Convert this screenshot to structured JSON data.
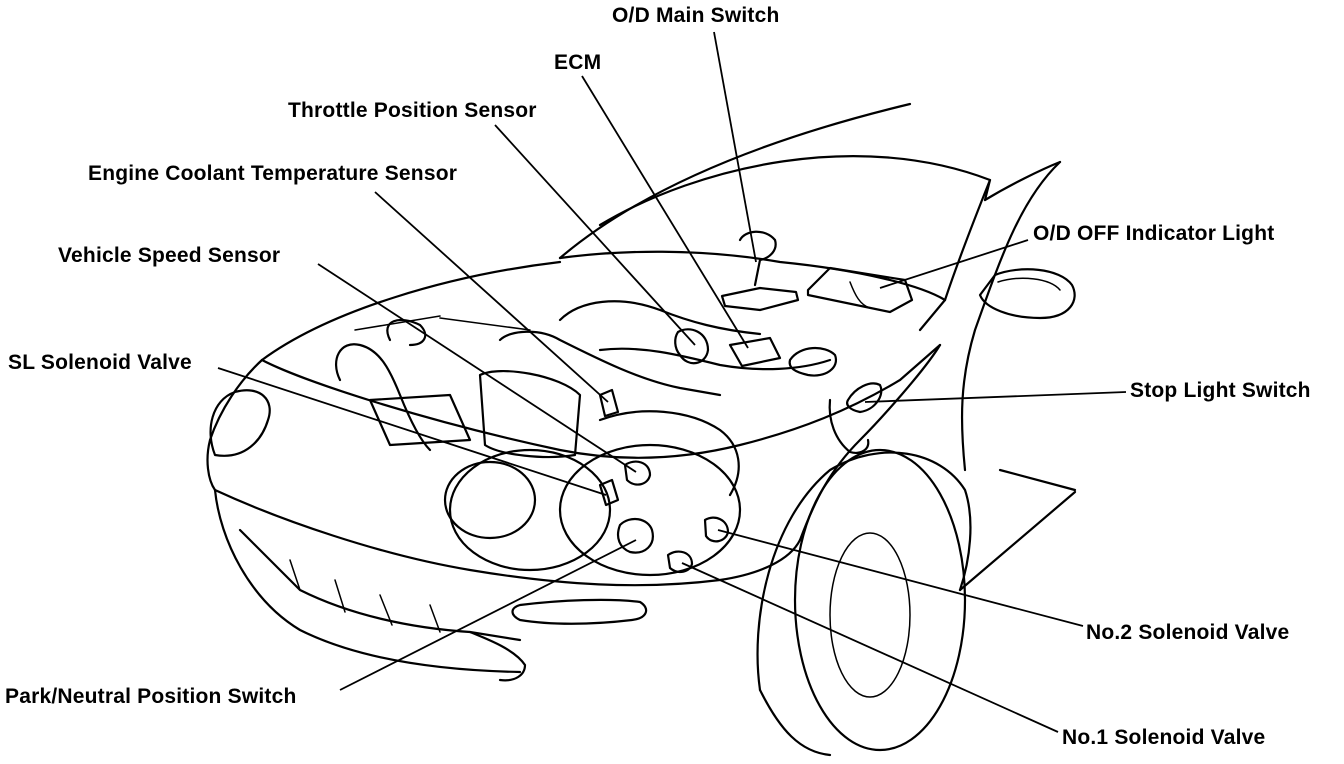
{
  "labels": {
    "od_main_switch": "O/D Main Switch",
    "ecm": "ECM",
    "throttle_position_sensor": "Throttle Position Sensor",
    "engine_coolant_temperature_sensor": "Engine Coolant Temperature Sensor",
    "vehicle_speed_sensor": "Vehicle Speed Sensor",
    "sl_solenoid_valve": "SL Solenoid Valve",
    "od_off_indicator_light": "O/D OFF Indicator Light",
    "stop_light_switch": "Stop Light Switch",
    "no2_solenoid_valve": "No.2 Solenoid Valve",
    "park_neutral_position_switch": "Park/Neutral Position Switch",
    "no1_solenoid_valve": "No.1 Solenoid Valve"
  },
  "colors": {
    "line": "#000000",
    "background": "#ffffff"
  }
}
